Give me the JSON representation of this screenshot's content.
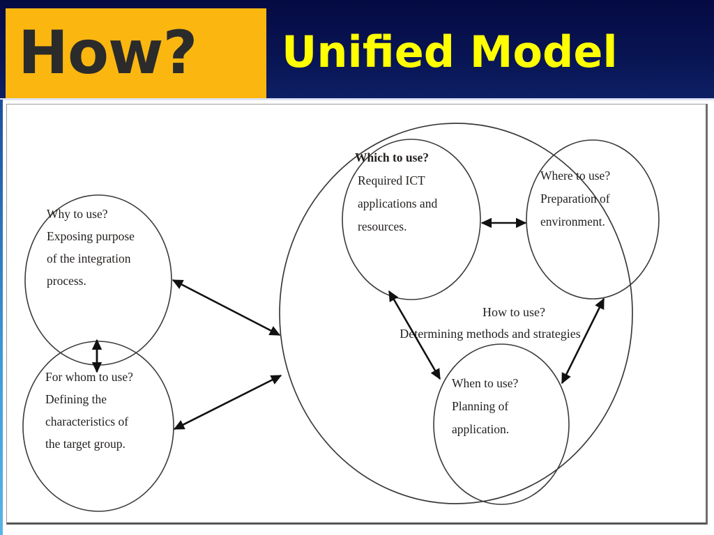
{
  "header": {
    "badge_label": "How?",
    "title": "Unified Model",
    "badge_bg": "#fbb710",
    "badge_text_color": "#2b2b2b",
    "title_color": "#ffff00",
    "bar_color_top": "#050a42",
    "bar_color_bottom": "#0d1f64"
  },
  "diagram": {
    "type": "concept-diagram",
    "nodes": [
      {
        "id": "why",
        "lines": [
          "Why to use?",
          "Exposing purpose",
          "of the integration",
          "process."
        ],
        "bold_first_line": false
      },
      {
        "id": "for-whom",
        "lines": [
          "For whom to use?",
          "Defining the",
          "characteristics of",
          "the target group."
        ],
        "bold_first_line": false
      },
      {
        "id": "which",
        "lines": [
          "Which to use?",
          "Required ICT",
          "applications and",
          "resources."
        ],
        "bold_first_line": true
      },
      {
        "id": "where",
        "lines": [
          "Where to use?",
          "Preparation of",
          "environment."
        ],
        "bold_first_line": false
      },
      {
        "id": "when",
        "lines": [
          "When to use?",
          "Planning of",
          "application."
        ],
        "bold_first_line": false
      }
    ],
    "center_group": {
      "id": "how-to-use",
      "lines": [
        "How to use?",
        "Determining methods and strategies"
      ]
    },
    "connections": [
      {
        "from": "why",
        "to": "for-whom",
        "style": "double-headed"
      },
      {
        "from": "why",
        "to": "how-to-use",
        "style": "double-headed"
      },
      {
        "from": "for-whom",
        "to": "how-to-use",
        "style": "double-headed"
      },
      {
        "from": "which",
        "to": "where",
        "style": "double-headed"
      },
      {
        "from": "which",
        "to": "when",
        "style": "double-headed"
      },
      {
        "from": "when",
        "to": "where",
        "style": "double-headed"
      }
    ],
    "stroke_color": "#3a3a3a",
    "arrow_color": "#111111"
  }
}
